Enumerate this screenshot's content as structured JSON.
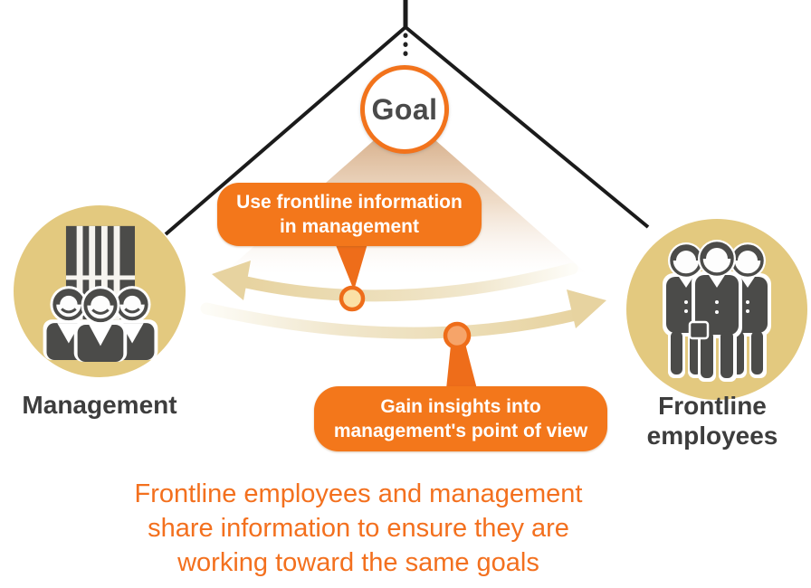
{
  "goal": {
    "label": "Goal"
  },
  "callouts": {
    "top": {
      "line1": "Use frontline information",
      "line2": "in management"
    },
    "bottom": {
      "line1": "Gain insights into",
      "line2": "management's point of view"
    }
  },
  "actors": {
    "left": {
      "label": "Management",
      "icon": "management-building-people-icon"
    },
    "right": {
      "label_line1": "Frontline",
      "label_line2": "employees",
      "icon": "three-employees-icon"
    }
  },
  "caption": {
    "line1": "Frontline employees and management",
    "line2": "share information to ensure they are",
    "line3": "working toward the same goals"
  },
  "colors": {
    "orange_primary": "#f3771b",
    "goal_ring_orange": "#f2731c",
    "caption_orange": "#f3701e",
    "tan_circle": "#e3c97f",
    "arrow_tan": "#e7d3a0",
    "triangle_top_tan": "#c99668",
    "dark_text": "#3d3d3d",
    "figure_dark": "#4b4b49",
    "line_black": "#1b1b1b",
    "marker_top_fill": "#fbe0a6",
    "marker_bottom_fill": "#f6a469"
  }
}
